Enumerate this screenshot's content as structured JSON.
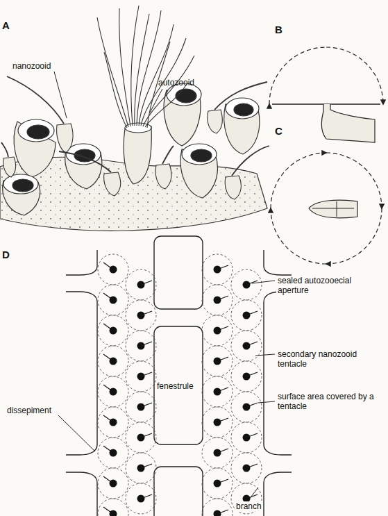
{
  "diagram": {
    "labels": [
      "A",
      "nanozooid",
      "autozooid",
      "B",
      "C",
      "D",
      "sealed autozooecial aperture",
      "secondary nanozooid tentacle",
      "fenestrule",
      "dissepiment",
      "surface area covered by a tentacle",
      "branch"
    ]
  }
}
